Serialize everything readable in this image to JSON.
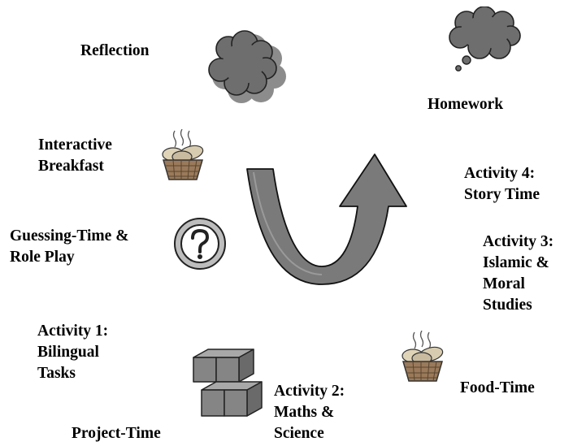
{
  "labels": {
    "reflection": [
      "Reflection"
    ],
    "homework": [
      "Homework"
    ],
    "breakfast": [
      "Interactive",
      "Breakfast"
    ],
    "activity4": [
      "Activity 4:",
      "Story Time"
    ],
    "guessing": [
      "Guessing-Time &",
      "Role Play"
    ],
    "activity3": [
      "Activity 3:",
      "Islamic &",
      "Moral",
      "Studies"
    ],
    "activity1": [
      "Activity 1:",
      "Bilingual",
      "Tasks"
    ],
    "foodtime": [
      "Food-Time"
    ],
    "activity2": [
      "Activity 2:",
      "Maths &",
      "Science"
    ],
    "project": [
      "Project-Time"
    ]
  },
  "icons": {
    "reflection": "cloud-icon",
    "homework": "thought-bubble-icon",
    "breakfast": "bread-basket-icon",
    "guessing": "question-mark-icon",
    "cycle": "curved-arrow-icon",
    "project": "blocks-icon",
    "foodtime": "bread-basket-icon"
  },
  "colors": {
    "cloud": "#6e6e6e",
    "arrow": "#7a7a7a",
    "blocks": "#808080",
    "basket": "#9a7a5a"
  }
}
